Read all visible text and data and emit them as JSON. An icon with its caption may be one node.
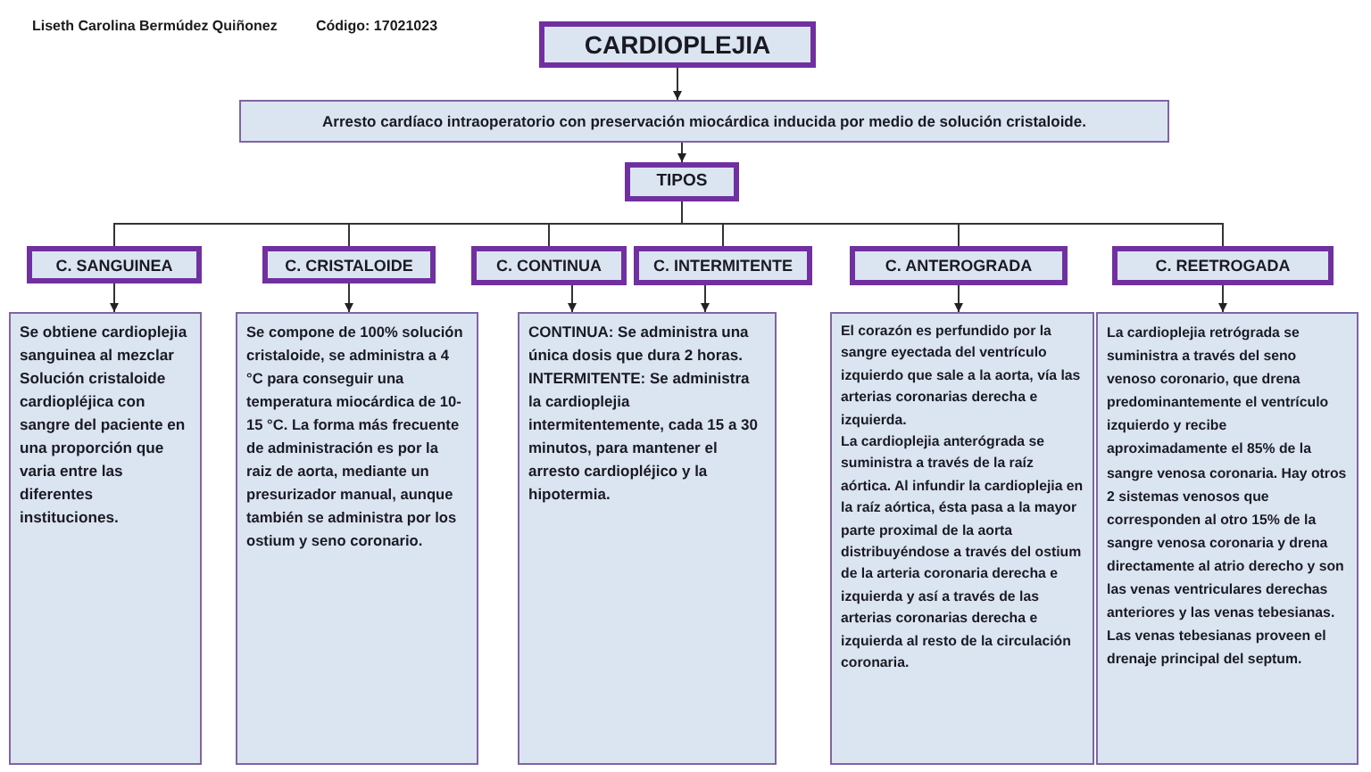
{
  "diagram": {
    "nodes": [
      {
        "text": [
          "CARDIOPLEJIA"
        ]
      },
      {
        "text": [
          "Arresto cardíaco intraoperatorio con preservación miocárdica inducida por medio de solución cristaloide."
        ]
      },
      {
        "text": [
          "TIPOS"
        ]
      },
      {
        "text": [
          "C. SANGUINEA"
        ]
      },
      {
        "text": [
          "C. CRISTALOIDE"
        ]
      },
      {
        "text": [
          "C. CONTINUA"
        ]
      },
      {
        "text": [
          "C. INTERMITENTE"
        ]
      },
      {
        "text": [
          "C. ANTEROGRADA"
        ]
      },
      {
        "text": [
          "C. REETROGADA"
        ]
      },
      {
        "text": [
          "Se obtiene cardioplejia sanguinea al mezclar Solución cristaloide cardiopléjica con sangre del paciente en una proporción que varia entre las diferentes instituciones."
        ]
      },
      {
        "text": [
          "Se compone de 100% solución cristaloide, se administra a 4 °C para conseguir una temperatura miocárdica de 10-15 °C. La forma más frecuente de administración es por la raiz de aorta, mediante un presurizador manual, aunque también se administra por los ostium y seno coronario."
        ]
      },
      {
        "text": [
          "CONTINUA: Se administra una única dosis que dura 2 horas.",
          "INTERMITENTE: Se administra la cardioplejia intermitentemente, cada 15 a 30 minutos, para mantener el arresto cardiopléjico y la hipotermia."
        ]
      },
      {
        "text": [
          "El corazón es perfundido por la sangre eyectada del ventrículo izquierdo que sale a la aorta, vía las arterias coronarias derecha e izquierda.",
          "La cardioplejia anterógrada se suministra a través de la raíz aórtica. Al infundir la cardioplejia en la raíz aórtica, ésta pasa a la mayor parte proximal de la aorta distribuyéndose a través del ostium de la arteria coronaria derecha e izquierda y así a través de las arterias coronarias derecha e izquierda al resto de la circulación coronaria."
        ]
      },
      {
        "text": [
          "La cardioplejia retrógrada se suministra a través del seno venoso coronario, que drena predominantemente el ventrículo izquierdo y recibe aproximadamente el 85% de la sangre venosa coronaria. Hay otros 2 sistemas venosos que corresponden al otro 15% de la sangre venosa coronaria y drena directamente al atrio derecho y son las venas ventriculares derechas anteriores y las venas tebesianas. Las venas tebesianas proveen el drenaje principal del septum."
        ]
      }
    ],
    "edges": [
      {
        "from": 0,
        "to": 1,
        "arrow": "to"
      },
      {
        "from": 1,
        "to": 2,
        "arrow": "to"
      },
      {
        "from": 2,
        "to": 3,
        "arrow": "none"
      },
      {
        "from": 2,
        "to": 4,
        "arrow": "none"
      },
      {
        "from": 2,
        "to": 5,
        "arrow": "none"
      },
      {
        "from": 2,
        "to": 6,
        "arrow": "none"
      },
      {
        "from": 2,
        "to": 7,
        "arrow": "none"
      },
      {
        "from": 2,
        "to": 8,
        "arrow": "none"
      },
      {
        "from": 3,
        "to": 9,
        "arrow": "to"
      },
      {
        "from": 4,
        "to": 10,
        "arrow": "to"
      },
      {
        "from": 5,
        "to": 11,
        "arrow": "to"
      },
      {
        "from": 6,
        "to": 11,
        "arrow": "to"
      },
      {
        "from": 7,
        "to": 12,
        "arrow": "to"
      },
      {
        "from": 8,
        "to": 13,
        "arrow": "to"
      }
    ],
    "labels": [
      "Liseth Carolina Bermúdez Quiñonez",
      "Código: 17021023"
    ]
  }
}
